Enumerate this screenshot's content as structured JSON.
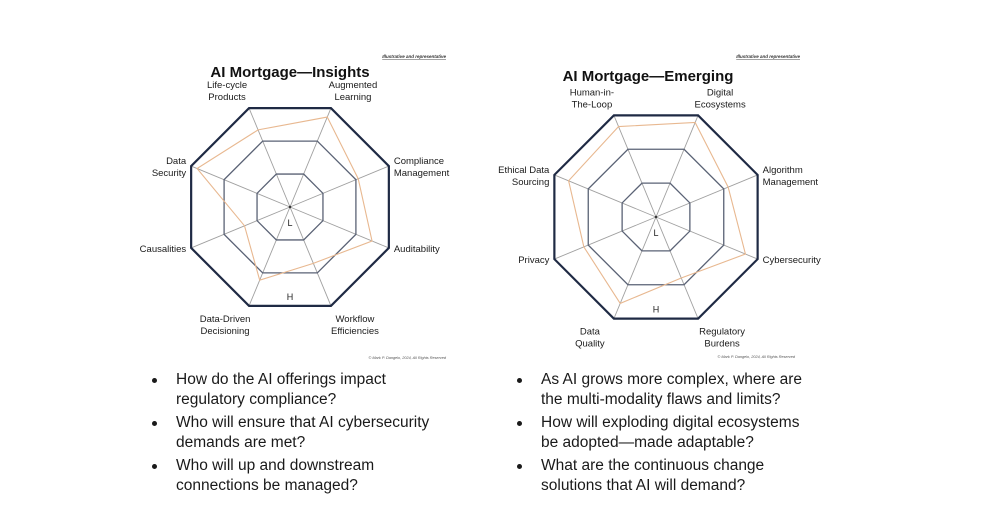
{
  "colors": {
    "outline": "#1f2a44",
    "ring": "#5a6275",
    "spoke": "#a0a0a0",
    "series": "#e8b890",
    "text": "#1a1a1a"
  },
  "chart_data": [
    {
      "type": "radar",
      "title": "AI Mortgage—Insights",
      "note": "Illustrative and representative",
      "copyright": "© Mark P. Dangelo, 2024, All Rights Reserved",
      "low_label": "L",
      "high_label": "H",
      "rings": 3,
      "range": [
        0,
        1
      ],
      "axes": [
        [
          "Life-cycle",
          "Products"
        ],
        [
          "Augmented",
          "Learning"
        ],
        [
          "Compliance",
          "Management"
        ],
        [
          "Auditability"
        ],
        [
          "Workflow",
          "Efficiencies"
        ],
        [
          "Data-Driven",
          "Decisioning"
        ],
        [
          "Causalities"
        ],
        [
          "Data",
          "Security"
        ]
      ],
      "values": [
        0.78,
        0.91,
        0.69,
        0.83,
        0.57,
        0.74,
        0.46,
        0.94
      ]
    },
    {
      "type": "radar",
      "title": "AI Mortgage—Emerging",
      "note": "Illustrative and representative",
      "copyright": "© Mark P. Dangelo, 2024, All Rights Reserved",
      "low_label": "L",
      "high_label": "H",
      "rings": 3,
      "range": [
        0,
        1
      ],
      "axes": [
        [
          "Human-in-",
          "The-Loop"
        ],
        [
          "Digital",
          "Ecosystems"
        ],
        [
          "Algorithm",
          "Management"
        ],
        [
          "Cybersecurity"
        ],
        [
          "Regulatory",
          "Burdens"
        ],
        [
          "Data",
          "Quality"
        ],
        [
          "Privacy"
        ],
        [
          "Ethical Data",
          "Sourcing"
        ]
      ],
      "values": [
        0.89,
        0.93,
        0.71,
        0.88,
        0.6,
        0.85,
        0.71,
        0.86
      ]
    }
  ],
  "bullets_left": [
    "How do the AI offerings impact regulatory compliance?",
    "Who will ensure that AI cybersecurity demands are met?",
    "Who will up and downstream connections be managed?"
  ],
  "bullets_right": [
    "As AI grows more complex, where are the multi-modality flaws and limits?",
    "How will exploding digital ecosystems be adopted—made adaptable?",
    "What are the continuous change solutions that AI will demand?"
  ]
}
